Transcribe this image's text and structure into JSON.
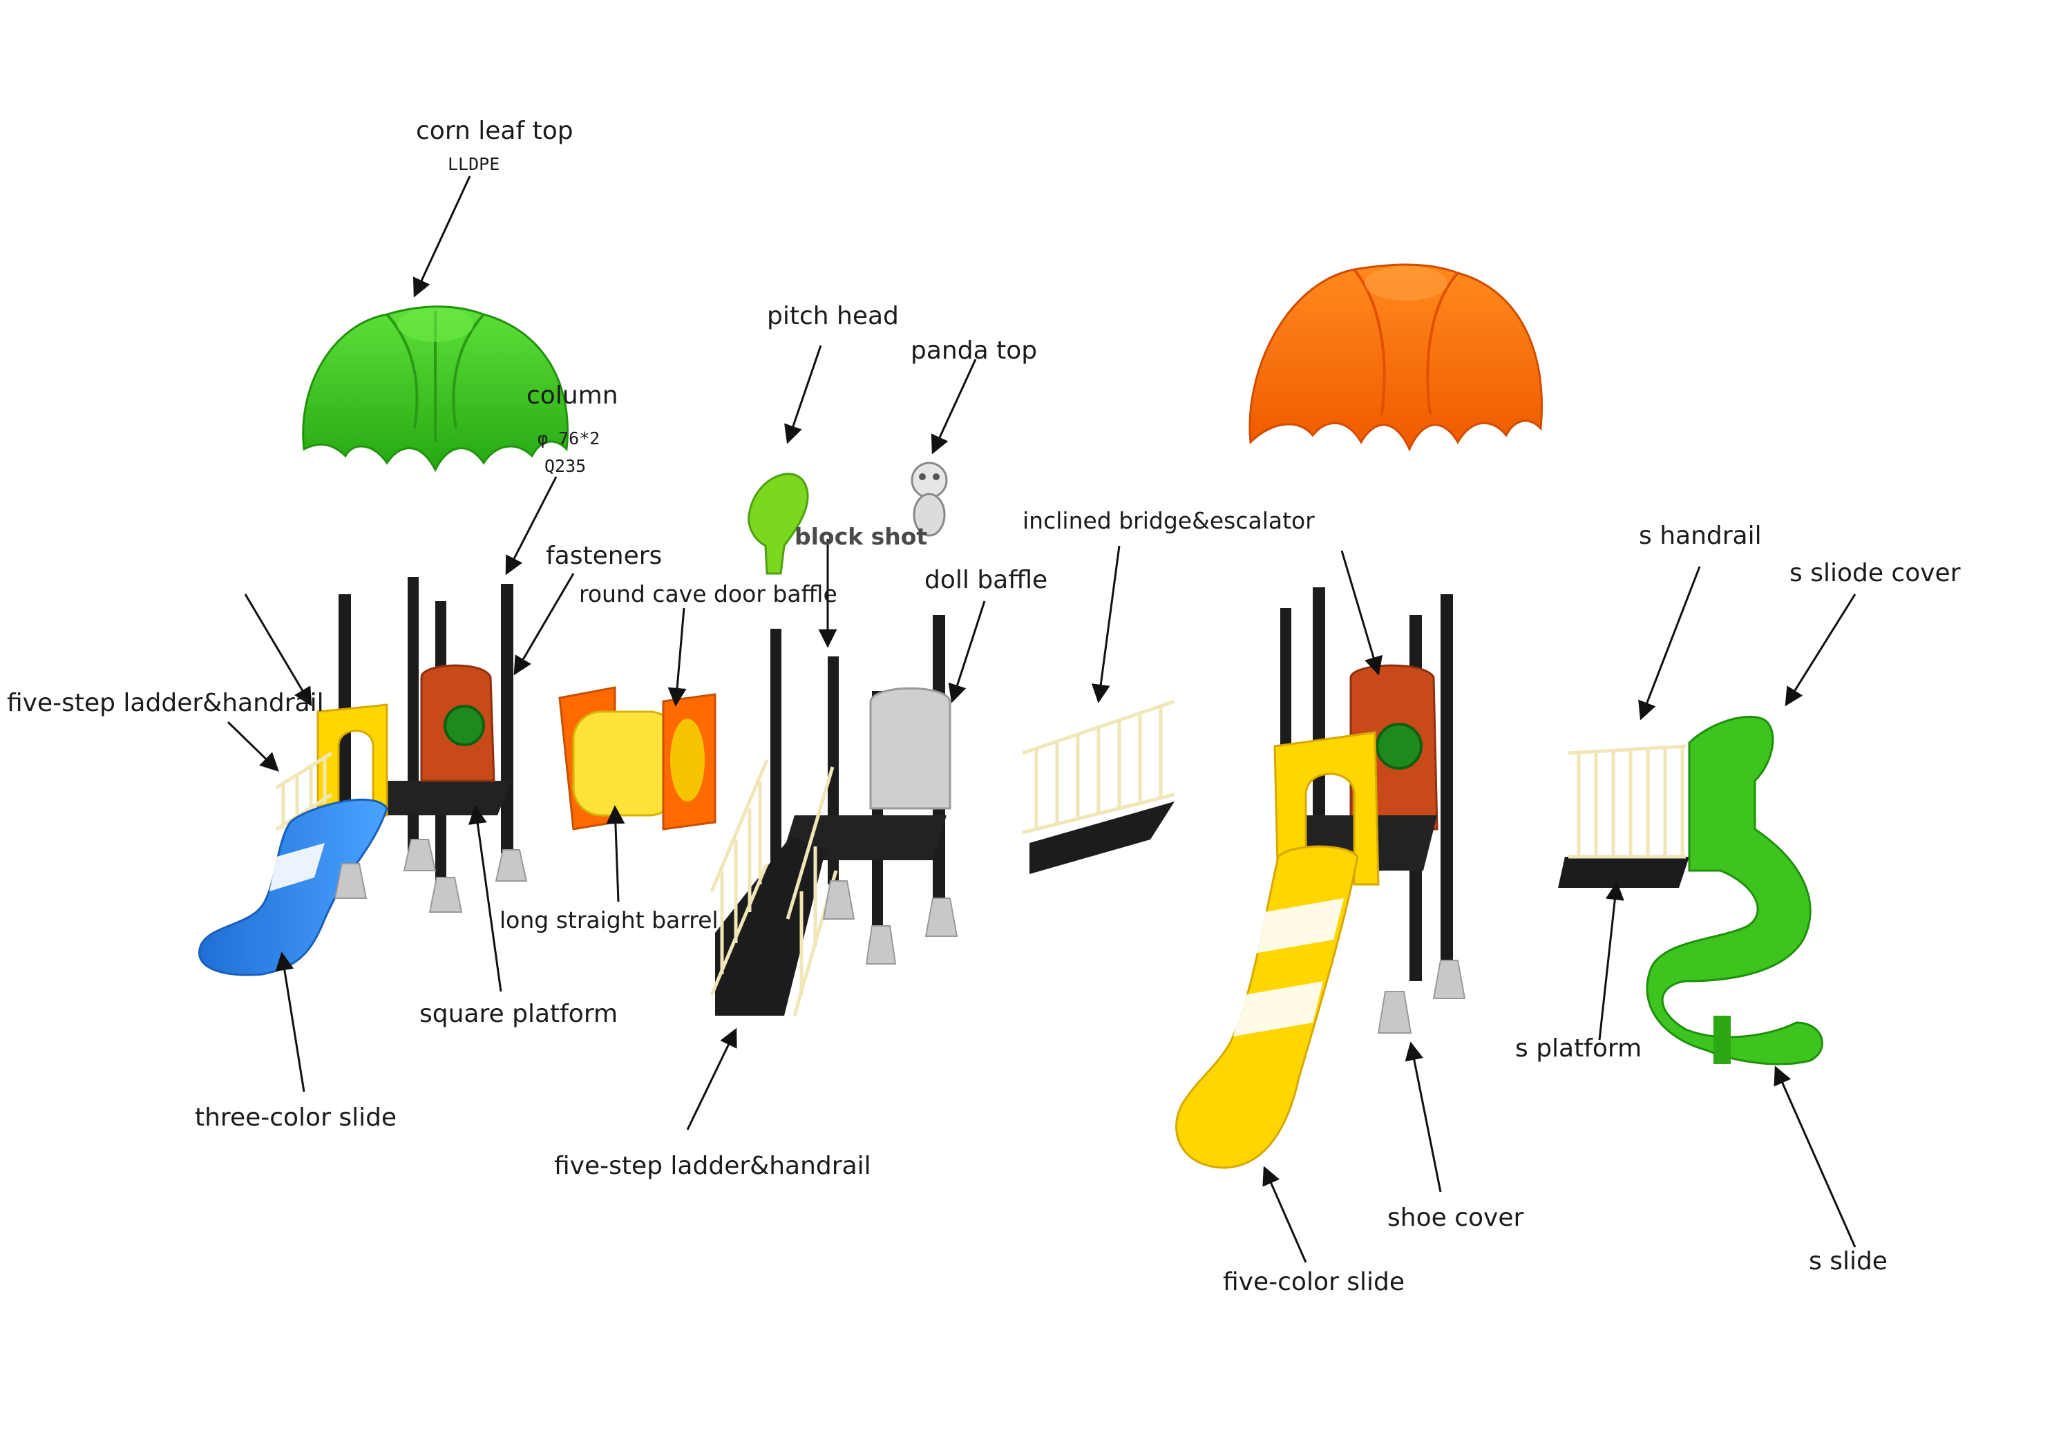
{
  "labels": {
    "corn_leaf_top": "corn leaf top",
    "corn_leaf_material": "LLDPE",
    "column": "column",
    "column_size": "φ 76*2",
    "column_material": "Q235",
    "fasteners": "fasteners",
    "round_cave_door_baffle": "round cave door baffle",
    "pitch_head": "pitch head",
    "panda_top": "panda top",
    "block_shot": "block shot",
    "doll_baffle": "doll baffle",
    "inclined_bridge_escalator": "inclined bridge&escalator",
    "s_handrail": "s handrail",
    "s_slide_cover": "s sliode cover",
    "five_step_ladder_left": "five-step ladder&handrail",
    "long_straight_barrel": "long straight barrel",
    "square_platform": "square platform",
    "three_color_slide": "three-color slide",
    "five_step_ladder_center": "five-step ladder&handrail",
    "s_platform": "s platform",
    "shoe_cover": "shoe cover",
    "five_color_slide": "five-color slide",
    "s_slide": "s slide"
  },
  "colors": {
    "green": "#3ec41e",
    "orange": "#ff6a00",
    "blue": "#2f86e8",
    "yellow": "#ffd600",
    "black_post": "#1c1c1c",
    "cream_rail": "#f3ecc8",
    "gray_foot": "#c8c8c8",
    "brown_panel": "#c84a1a"
  }
}
